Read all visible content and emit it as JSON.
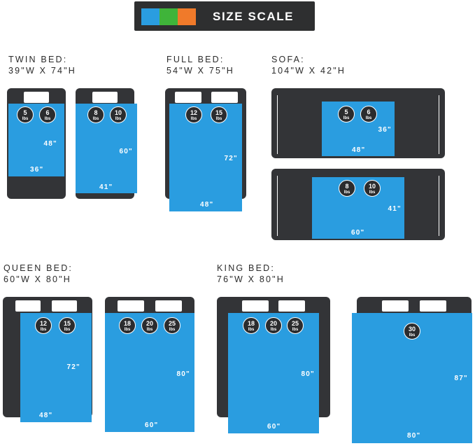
{
  "header": {
    "title": "SIZE SCALE",
    "swatches": [
      "#2a9de0",
      "#3fb43a",
      "#f07a2a"
    ]
  },
  "colors": {
    "frame": "#333437",
    "blanket": "#2a9de0",
    "badge": "#2b2c2e",
    "header": "#2e2f30"
  },
  "unit": "lbs",
  "sections": {
    "twin": {
      "title": "TWIN BED:",
      "dims": "39\"W X 74\"H"
    },
    "full": {
      "title": "FULL BED:",
      "dims": "54\"W X 75\"H"
    },
    "sofa": {
      "title": "SOFA:",
      "dims": "104\"W X 42\"H"
    },
    "queen": {
      "title": "QUEEN BED:",
      "dims": "60\"W X 80\"H"
    },
    "king": {
      "title": "KING BED:",
      "dims": "76\"W X 80\"H"
    }
  },
  "blankets": {
    "twin_a": {
      "weights": [
        "5",
        "6"
      ],
      "length": "48\"",
      "width": "36\""
    },
    "twin_b": {
      "weights": [
        "8",
        "10"
      ],
      "length": "60\"",
      "width": "41\""
    },
    "full": {
      "weights": [
        "12",
        "15"
      ],
      "length": "72\"",
      "width": "48\""
    },
    "sofa_a": {
      "weights": [
        "5",
        "6"
      ],
      "length": "36\"",
      "width": "48\""
    },
    "sofa_b": {
      "weights": [
        "8",
        "10"
      ],
      "length": "41\"",
      "width": "60\""
    },
    "queen_a": {
      "weights": [
        "12",
        "15"
      ],
      "length": "72\"",
      "width": "48\""
    },
    "queen_b": {
      "weights": [
        "18",
        "20",
        "25"
      ],
      "length": "80\"",
      "width": "60\""
    },
    "king_a": {
      "weights": [
        "18",
        "20",
        "25"
      ],
      "length": "80\"",
      "width": "60\""
    },
    "king_b": {
      "weights": [
        "30"
      ],
      "length": "87\"",
      "width": "80\""
    }
  }
}
